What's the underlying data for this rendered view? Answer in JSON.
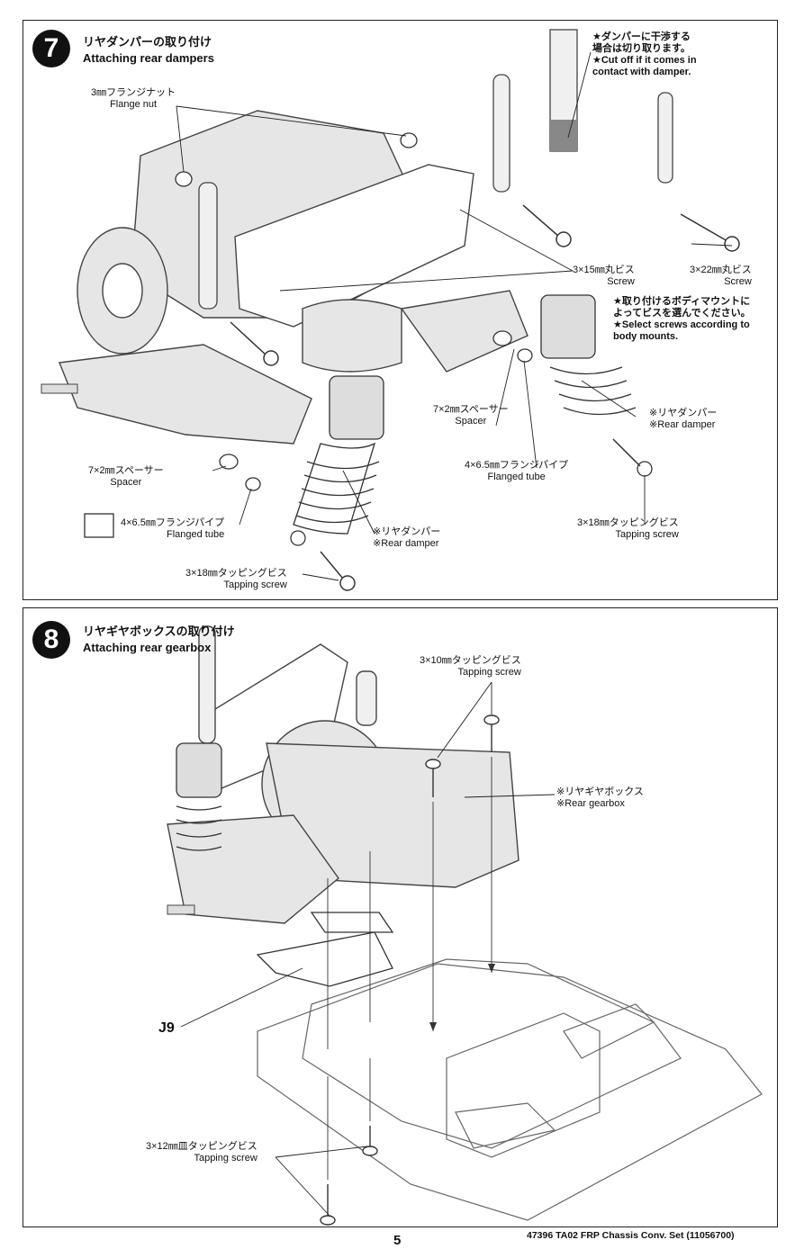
{
  "step7": {
    "number": "7",
    "title_jp": "リヤダンパーの取り付け",
    "title_en": "Attaching rear dampers",
    "labels": {
      "flange_nut_jp": "3㎜フランジナット",
      "flange_nut_en": "Flange nut",
      "note_cut_jp1": "★ダンパーに干渉する",
      "note_cut_jp2": "場合は切り取ります。",
      "note_cut_en1": "★Cut off if it comes in",
      "note_cut_en2": "contact with damper.",
      "screw15_jp": "3×15㎜丸ビス",
      "screw15_en": "Screw",
      "screw22_jp": "3×22㎜丸ビス",
      "screw22_en": "Screw",
      "select_jp1": "★取り付けるボディマウントに",
      "select_jp2": "よってビスを選んでください。",
      "select_en1": "★Select screws according to",
      "select_en2": "body mounts.",
      "spacer_right_jp": "7×2㎜スペーサー",
      "spacer_right_en": "Spacer",
      "rear_damper_right_jp": "※リヤダンパー",
      "rear_damper_right_en": "※Rear damper",
      "flanged_tube_right_jp": "4×6.5㎜フランジパイプ",
      "flanged_tube_right_en": "Flanged tube",
      "spacer_left_jp": "7×2㎜スペーサー",
      "spacer_left_en": "Spacer",
      "flanged_tube_left_jp": "4×6.5㎜フランジパイプ",
      "flanged_tube_left_en": "Flanged tube",
      "rear_damper_center_jp": "※リヤダンパー",
      "rear_damper_center_en": "※Rear damper",
      "tapping_right_jp": "3×18㎜タッピングビス",
      "tapping_right_en": "Tapping screw",
      "tapping_center_jp": "3×18㎜タッピングビス",
      "tapping_center_en": "Tapping screw"
    }
  },
  "step8": {
    "number": "8",
    "title_jp": "リヤギヤボックスの取り付け",
    "title_en": "Attaching rear gearbox",
    "labels": {
      "tapping10_jp": "3×10㎜タッピングビス",
      "tapping10_en": "Tapping screw",
      "gearbox_jp": "※リヤギヤボックス",
      "gearbox_en": "※Rear gearbox",
      "part_j9": "J9",
      "tapping12_jp": "3×12㎜皿タッピングビス",
      "tapping12_en": "Tapping screw"
    }
  },
  "footer": {
    "page_number": "5",
    "set_info": "47396  TA02 FRP Chassis Conv. Set (11056700)"
  }
}
